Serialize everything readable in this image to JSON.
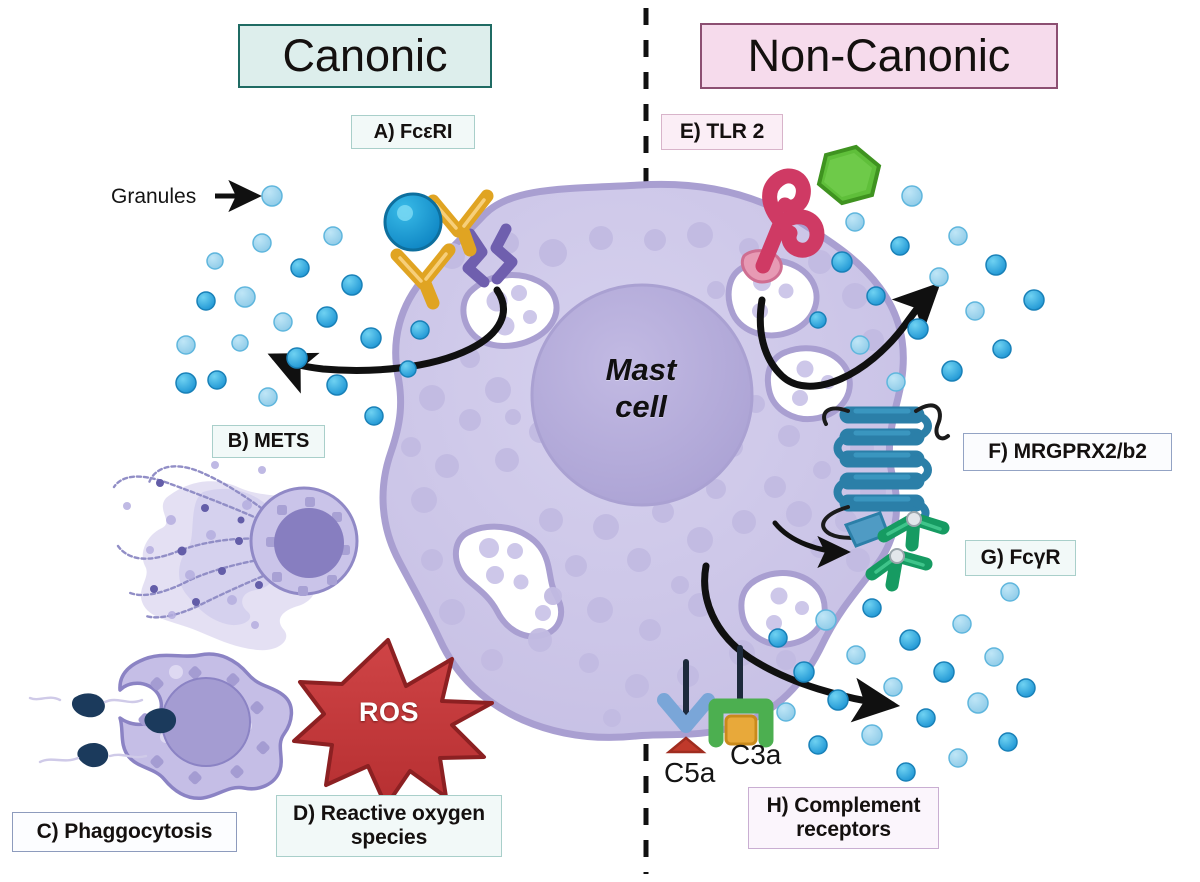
{
  "figure": {
    "caption_titles": {
      "canonic": "Canonic",
      "non_canonic": "Non-Canonic"
    },
    "center_cell_label": "Mast\ncell",
    "granules_annotation": "Granules",
    "ros_burst_label": "ROS"
  },
  "panels": {
    "canonic": [
      {
        "key": "a",
        "label": "A) FcεRI"
      },
      {
        "key": "b",
        "label": "B) METS"
      },
      {
        "key": "c",
        "label": "C) Phaggocytosis"
      },
      {
        "key": "d",
        "label": "D) Reactive oxygen\nspecies"
      }
    ],
    "non_canonic": [
      {
        "key": "e",
        "label": "E) TLR 2"
      },
      {
        "key": "f",
        "label": "F) MRGPRX2/b2"
      },
      {
        "key": "g",
        "label": "G) FcγR"
      },
      {
        "key": "h",
        "label": "H) Complement\nreceptors"
      }
    ]
  },
  "receptor_ligands": {
    "c5a": "C5a",
    "c3a": "C3a"
  },
  "colors": {
    "canonic_box_fill": "#ddeeec",
    "canonic_box_border": "#1f6b63",
    "noncanonic_box_fill": "#f6dbec",
    "noncanonic_box_border": "#8c4f72",
    "cell_cytoplasm": "#cfc9e8",
    "cell_membrane": "#a99fd1",
    "nucleus": "#b3aada",
    "granule_blue": "#2aa8dd",
    "ige_antibody": "#e0a422",
    "fceri_receptor": "#6f5fae",
    "tlr2_receptor": "#cf3a64",
    "tlr2_ligand": "#5fbf3a",
    "gpcr_helix": "#2b7fa8",
    "igg_antibody": "#169b62",
    "c5a_receptor": "#7aa6d8",
    "c5a_ligand": "#c0392b",
    "c3a_receptor": "#4caf50",
    "c3a_ligand": "#e8a93a",
    "ros_burst": "#c6393b",
    "divider": "#111111"
  }
}
